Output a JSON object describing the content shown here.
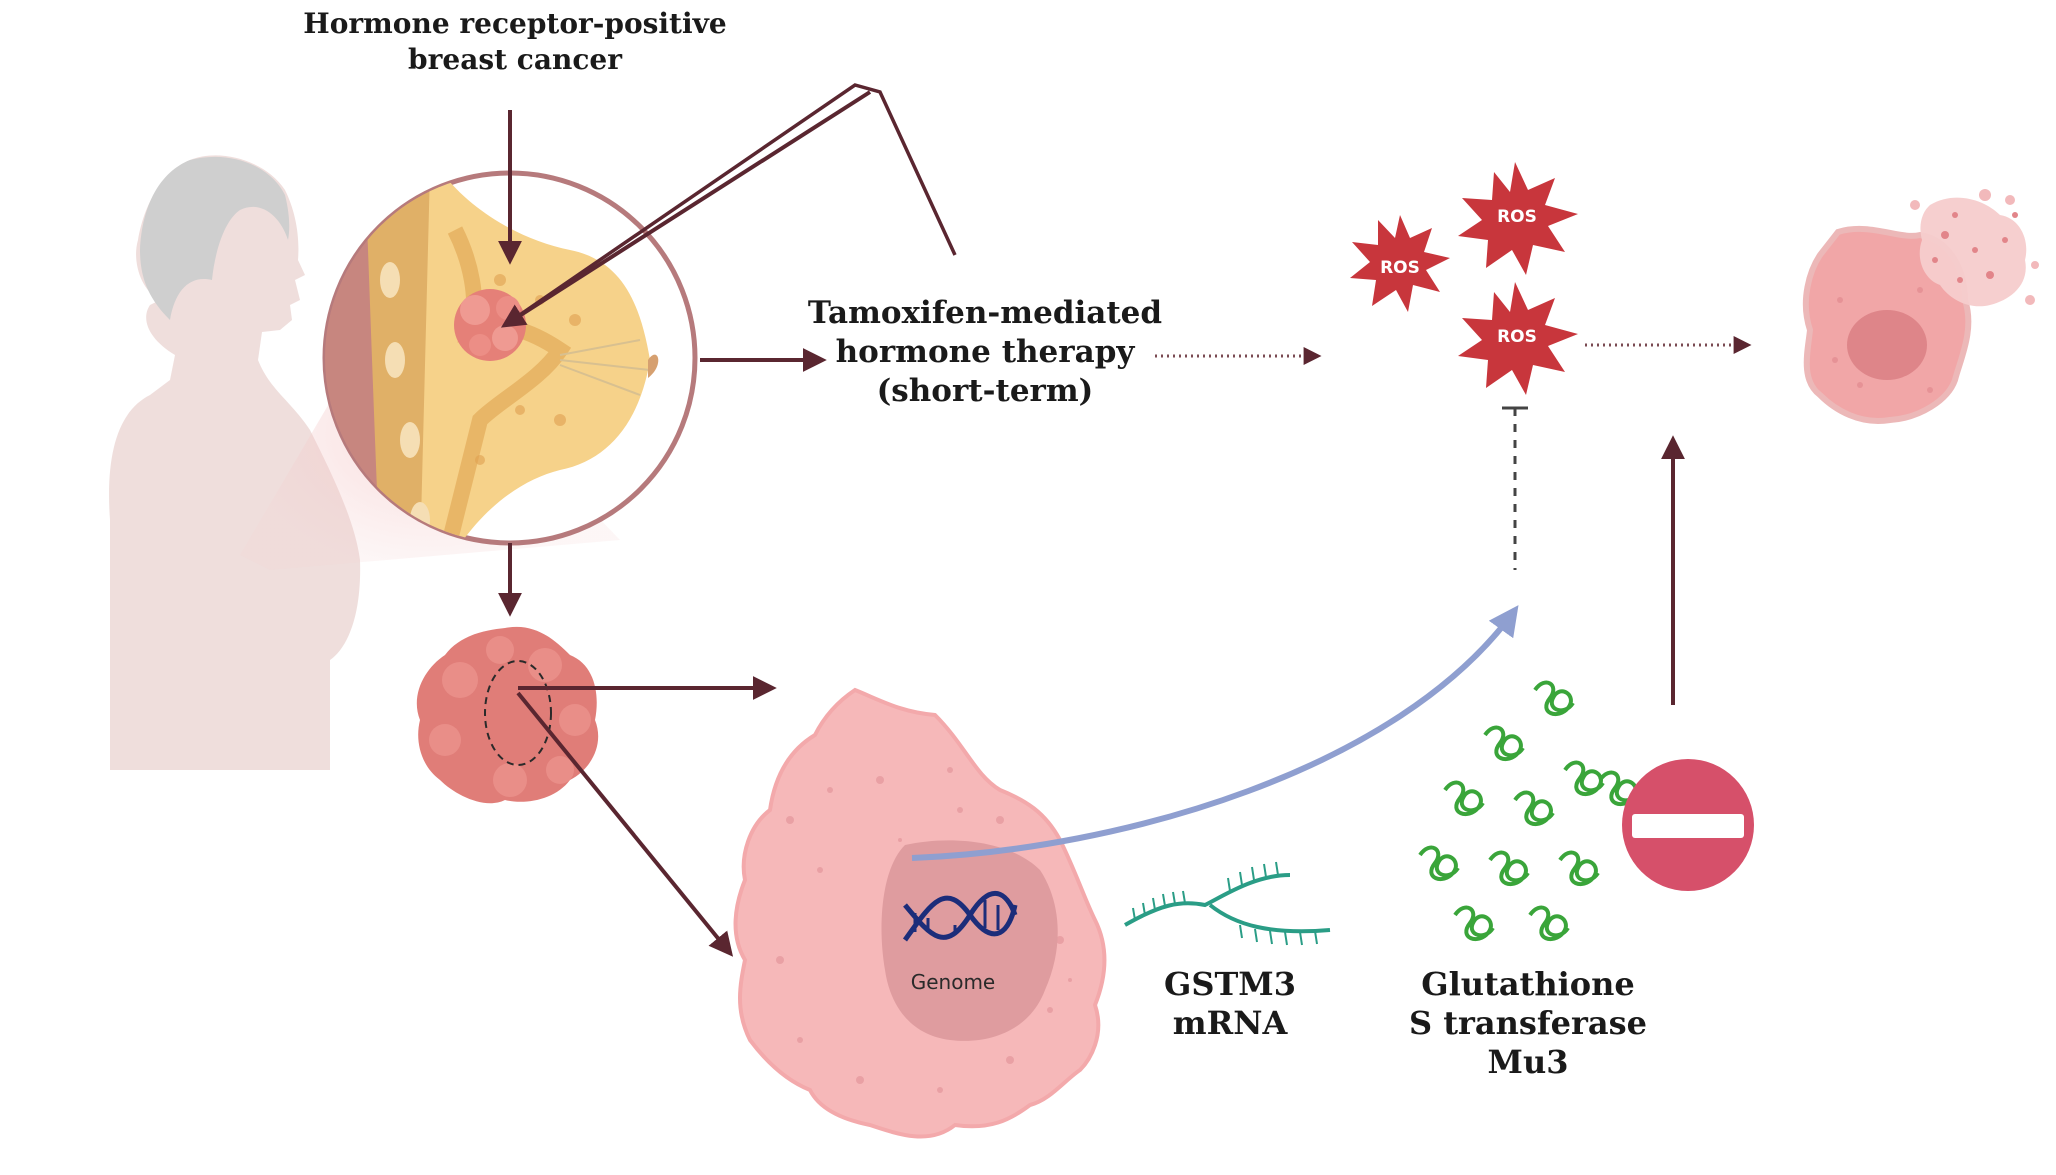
{
  "labels": {
    "hormone_line1": "Hormone receptor-positive",
    "hormone_line2": "breast cancer",
    "tamoxifen_line1": "Tamoxifen-mediated",
    "tamoxifen_line2": "hormone therapy",
    "tamoxifen_line3": "(short-term)",
    "ros": "ROS",
    "genome": "Genome",
    "gstm3_line1": "GSTM3",
    "gstm3_line2": "mRNA",
    "enzyme_line1": "Glutathione",
    "enzyme_line2": "S transferase",
    "enzyme_line3": "Mu3"
  },
  "colors": {
    "arrow": "#5a2630",
    "ros_fill": "#c8363c",
    "cell_fill": "#f5b7b8",
    "nucleus_fill": "#df9c9f",
    "tumor_fill": "#e07d78",
    "inhibitor_fill": "#d6506a",
    "protein_green": "#3aa53a",
    "mrna_teal": "#2a9d86",
    "dna_navy": "#1c2d7a",
    "upregulation_arrow": "#8f9fd0",
    "silhouette": "#e9d6d3"
  },
  "icons": [
    "person-silhouette-icon",
    "breast-cross-section-icon",
    "tumor-icon",
    "ros-burst-icon",
    "dying-cell-icon",
    "cancer-cell-icon",
    "dna-icon",
    "mrna-icon",
    "protein-icon",
    "inhibition-icon"
  ]
}
